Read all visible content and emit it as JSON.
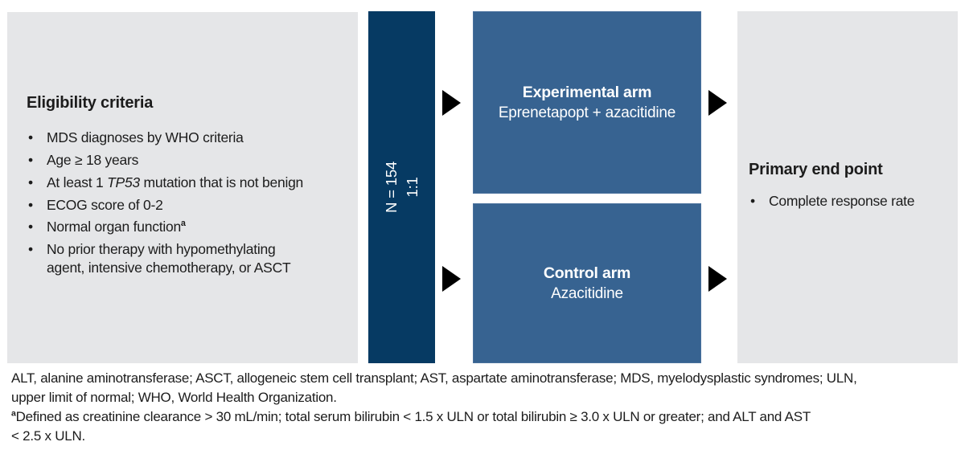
{
  "eligibility": {
    "title": "Eligibility criteria",
    "bullet1": "MDS diagnoses by WHO criteria",
    "bullet2": "Age ≥ 18 years",
    "bullet3_pre": "At least 1 ",
    "bullet3_italic": "TP53",
    "bullet3_post": " mutation that is not benign",
    "bullet4": "ECOG score of 0-2",
    "bullet5_text": "Normal organ function",
    "bullet5_sup": "a",
    "bullet6_line1": "No prior therapy with hypomethylating",
    "bullet6_line2": "agent, intensive chemotherapy, or ASCT"
  },
  "randomization": {
    "n_label": "N = 154",
    "ratio_label": "1:1"
  },
  "arms": {
    "experimental": {
      "title": "Experimental arm",
      "treatment": "Eprenetapopt + azacitidine"
    },
    "control": {
      "title": "Control arm",
      "treatment": "Azacitidine"
    }
  },
  "endpoint": {
    "title": "Primary end point",
    "bullet1": "Complete response rate"
  },
  "footnotes": {
    "abbreviations_line1": "ALT, alanine aminotransferase; ASCT, allogeneic stem cell transplant; AST, aspartate aminotransferase; MDS, myelodysplastic syndromes; ULN,",
    "abbreviations_line2": "upper limit of normal; WHO, World Health Organization.",
    "note_sup": "a",
    "note_line1": "Defined as creatinine clearance > 30 mL/min; total serum bilirubin < 1.5 x ULN or total bilirubin ≥ 3.0 x ULN or greater; and ALT and AST",
    "note_line2": "< 2.5 x ULN."
  },
  "colors": {
    "navy": "#063a63",
    "steel_blue": "#376391",
    "panel_gray": "#e5e6e8",
    "arrow_black": "#000000",
    "text": "#1c1c1c",
    "white_text": "#ffffff"
  }
}
